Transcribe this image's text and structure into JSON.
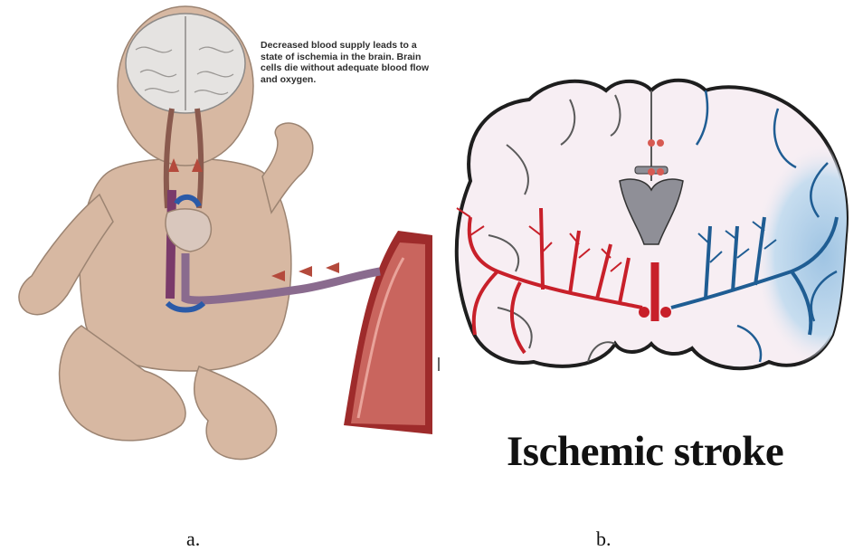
{
  "panel_a": {
    "annotation": "Decreased blood supply leads to a state of ischemia in the brain. Brain cells die without adequate blood flow and oxygen.",
    "caption": "a."
  },
  "panel_b": {
    "title": "Ischemic stroke",
    "caption": "b."
  },
  "colors": {
    "skin": "#d7b8a2",
    "skin_outline": "#9c8472",
    "artery": "#c8202a",
    "ischemic_blue": "#2f6fa6",
    "ischemic_fill": "#a9cbe6",
    "brain_fill": "#f7eef3",
    "ventricle": "#8f8f97"
  }
}
